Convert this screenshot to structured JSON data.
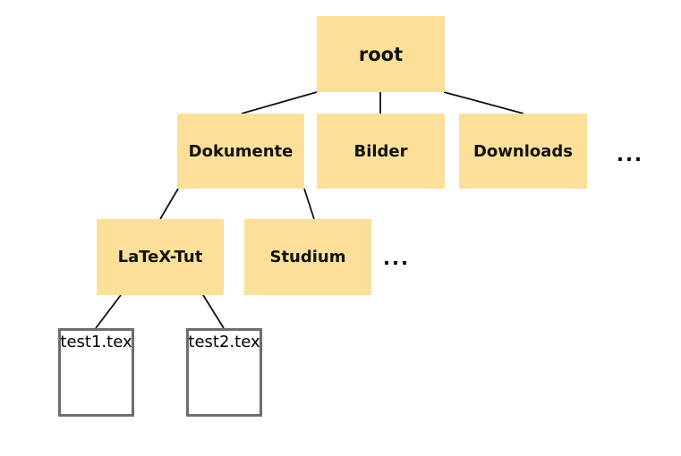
{
  "diagram": {
    "type": "file-system-tree",
    "colors": {
      "folder_fill": "#fce099",
      "folder_text": "#111111",
      "file_fill": "#ffffff",
      "file_border": "#6e6e6e",
      "edge": "#111111",
      "background": "#ffffff"
    },
    "nodes": {
      "root": "root",
      "dokumente": "Dokumente",
      "bilder": "Bilder",
      "downloads": "Downloads",
      "level2_ellipsis": "...",
      "latex_tut": "LaTeX-Tut",
      "studium": "Studium",
      "level3_ellipsis": "...",
      "file1": "test1.tex",
      "file2": "test2.tex"
    },
    "tree": {
      "root": [
        "Dokumente",
        "Bilder",
        "Downloads",
        "..."
      ],
      "Dokumente": [
        "LaTeX-Tut",
        "Studium",
        "..."
      ],
      "LaTeX-Tut": [
        "test1.tex",
        "test2.tex"
      ]
    }
  }
}
